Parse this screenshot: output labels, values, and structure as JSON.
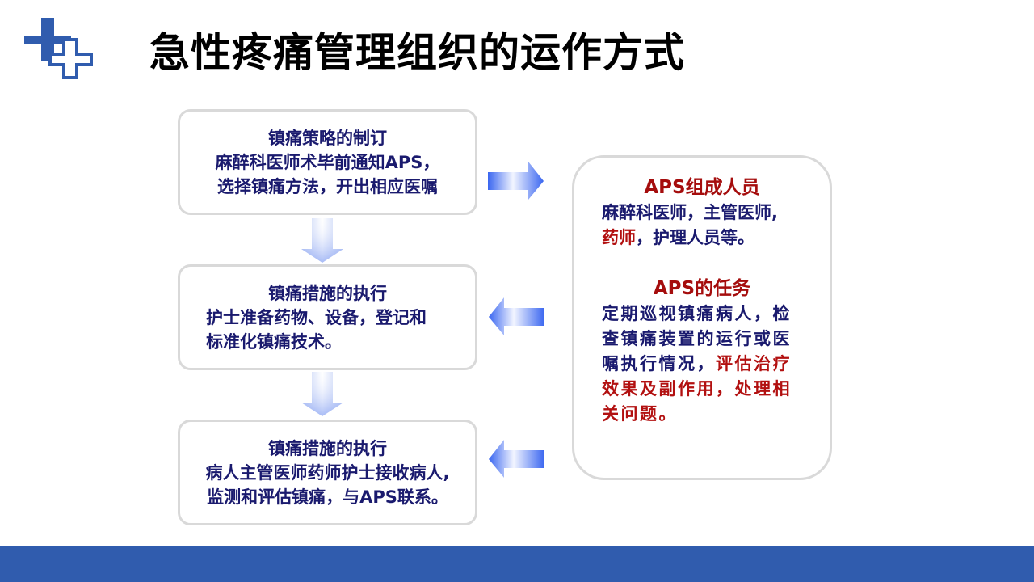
{
  "slide": {
    "title": "急性疼痛管理组织的运作方式",
    "logo_icon": "medical-cross-icon",
    "colors": {
      "brand_blue": "#305cae",
      "text_navy": "#1a1a6e",
      "text_red": "#a50d0d",
      "box_border": "#d9d9d9",
      "arrow_blue": "#3a66f0"
    }
  },
  "flow": {
    "box1": {
      "heading": "镇痛策略的制订",
      "lines": [
        "麻醉科医师术毕前通知APS，",
        "选择镇痛方法，开出相应医嘱"
      ]
    },
    "box2": {
      "heading": "镇痛措施的执行",
      "lines": [
        "护士准备药物、设备，登记和",
        "标准化镇痛技术。"
      ]
    },
    "box3": {
      "heading": "镇痛措施的执行",
      "lines": [
        "病人主管医师药师护士接收病人,",
        "监测和评估镇痛，与APS联系。"
      ]
    }
  },
  "aps_panel": {
    "members_heading": "APS组成人员",
    "members_line1": "麻醉科医师，主管医师,",
    "members_line2_red": "药师",
    "members_line2_rest": "，护理人员等。",
    "tasks_heading": "APS的任务",
    "tasks_line1": "定期巡视镇痛病人，检",
    "tasks_line2": "查镇痛装置的运行或医",
    "tasks_line3_navy": "嘱执行情况，",
    "tasks_line3_red": "评估治疗",
    "tasks_line4_red": "效果及副作用，处理相",
    "tasks_line5_red": "关问题。"
  },
  "arrows": [
    {
      "name": "arrow-right",
      "direction": "right"
    },
    {
      "name": "arrow-down-1",
      "direction": "down"
    },
    {
      "name": "arrow-down-2",
      "direction": "down"
    },
    {
      "name": "arrow-left-1",
      "direction": "left"
    },
    {
      "name": "arrow-left-2",
      "direction": "left"
    }
  ]
}
